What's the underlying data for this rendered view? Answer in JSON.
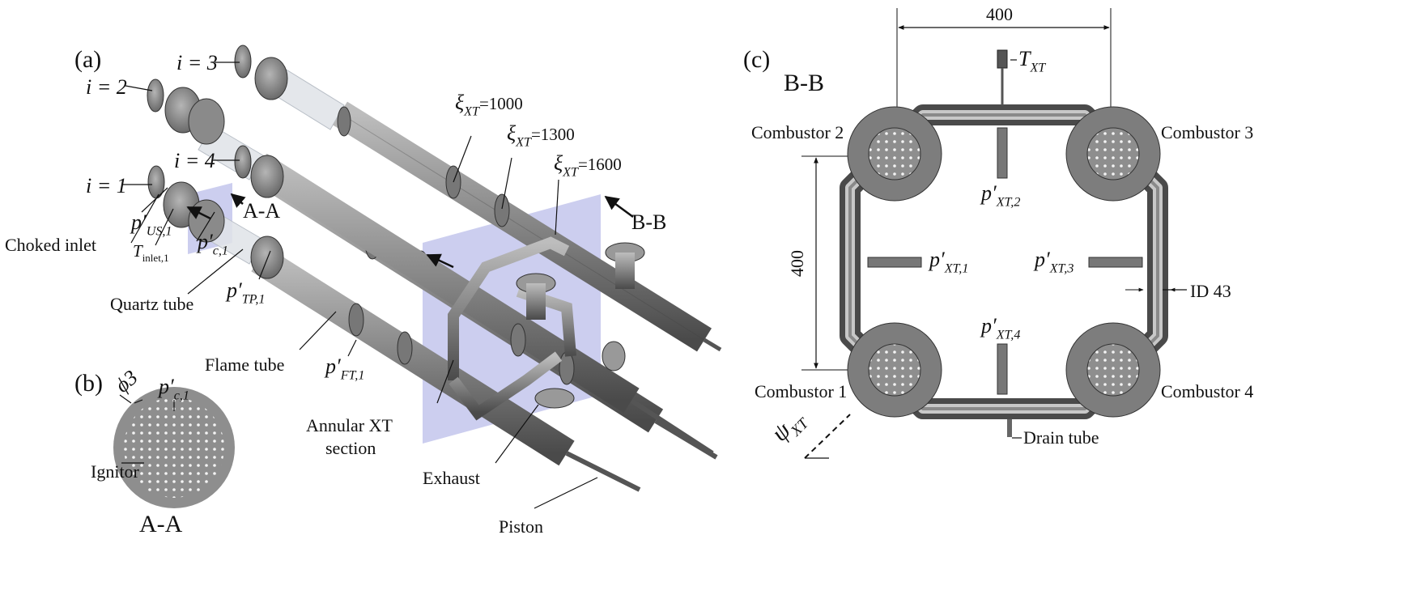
{
  "panels": {
    "a": "(a)",
    "b": "(b)",
    "c": "(c)"
  },
  "panel_a": {
    "inlet_i1": "i = 1",
    "inlet_i2": "i = 2",
    "inlet_i3": "i = 3",
    "inlet_i4": "i = 4",
    "section_aa": "A-A",
    "section_bb": "B-B",
    "choked_inlet": "Choked inlet",
    "quartz_tube": "Quartz tube",
    "flame_tube": "Flame tube",
    "annular_xt_l1": "Annular XT",
    "annular_xt_l2": "section",
    "exhaust": "Exhaust",
    "piston": "Piston",
    "p_prime": "p′",
    "sub_us": "US,1",
    "sub_c": "c,1",
    "sub_tp": "TP,1",
    "sub_ft": "FT,1",
    "t_sym": "T",
    "sub_inlet": "inlet,1",
    "xi_sym": "ξ",
    "sub_xt": "XT",
    "xi_1000": "=1000",
    "xi_1300": "=1300",
    "xi_1600": "=1600"
  },
  "panel_b": {
    "phi3": "ϕ3",
    "p_prime": "p′",
    "sub_c": "c,1",
    "ignitor": "Ignitor",
    "section_title": "A-A"
  },
  "panel_c": {
    "title": "B-B",
    "dim_top": "400",
    "dim_left": "400",
    "id43": "ID 43",
    "combustor1": "Combustor 1",
    "combustor2": "Combustor 2",
    "combustor3": "Combustor 3",
    "combustor4": "Combustor 4",
    "drain_tube": "Drain tube",
    "t_sym": "T",
    "sub_xt": "XT",
    "p_prime": "p′",
    "sub_xt1": "XT,1",
    "sub_xt2": "XT,2",
    "sub_xt3": "XT,3",
    "sub_xt4": "XT,4",
    "psi_sym": "ψ",
    "psi_sub": "XT"
  },
  "colors": {
    "metal": "#8c8c8c",
    "metal_dark": "#555555",
    "plane": "#8f93dc",
    "quartz": "#dfe3e8"
  }
}
